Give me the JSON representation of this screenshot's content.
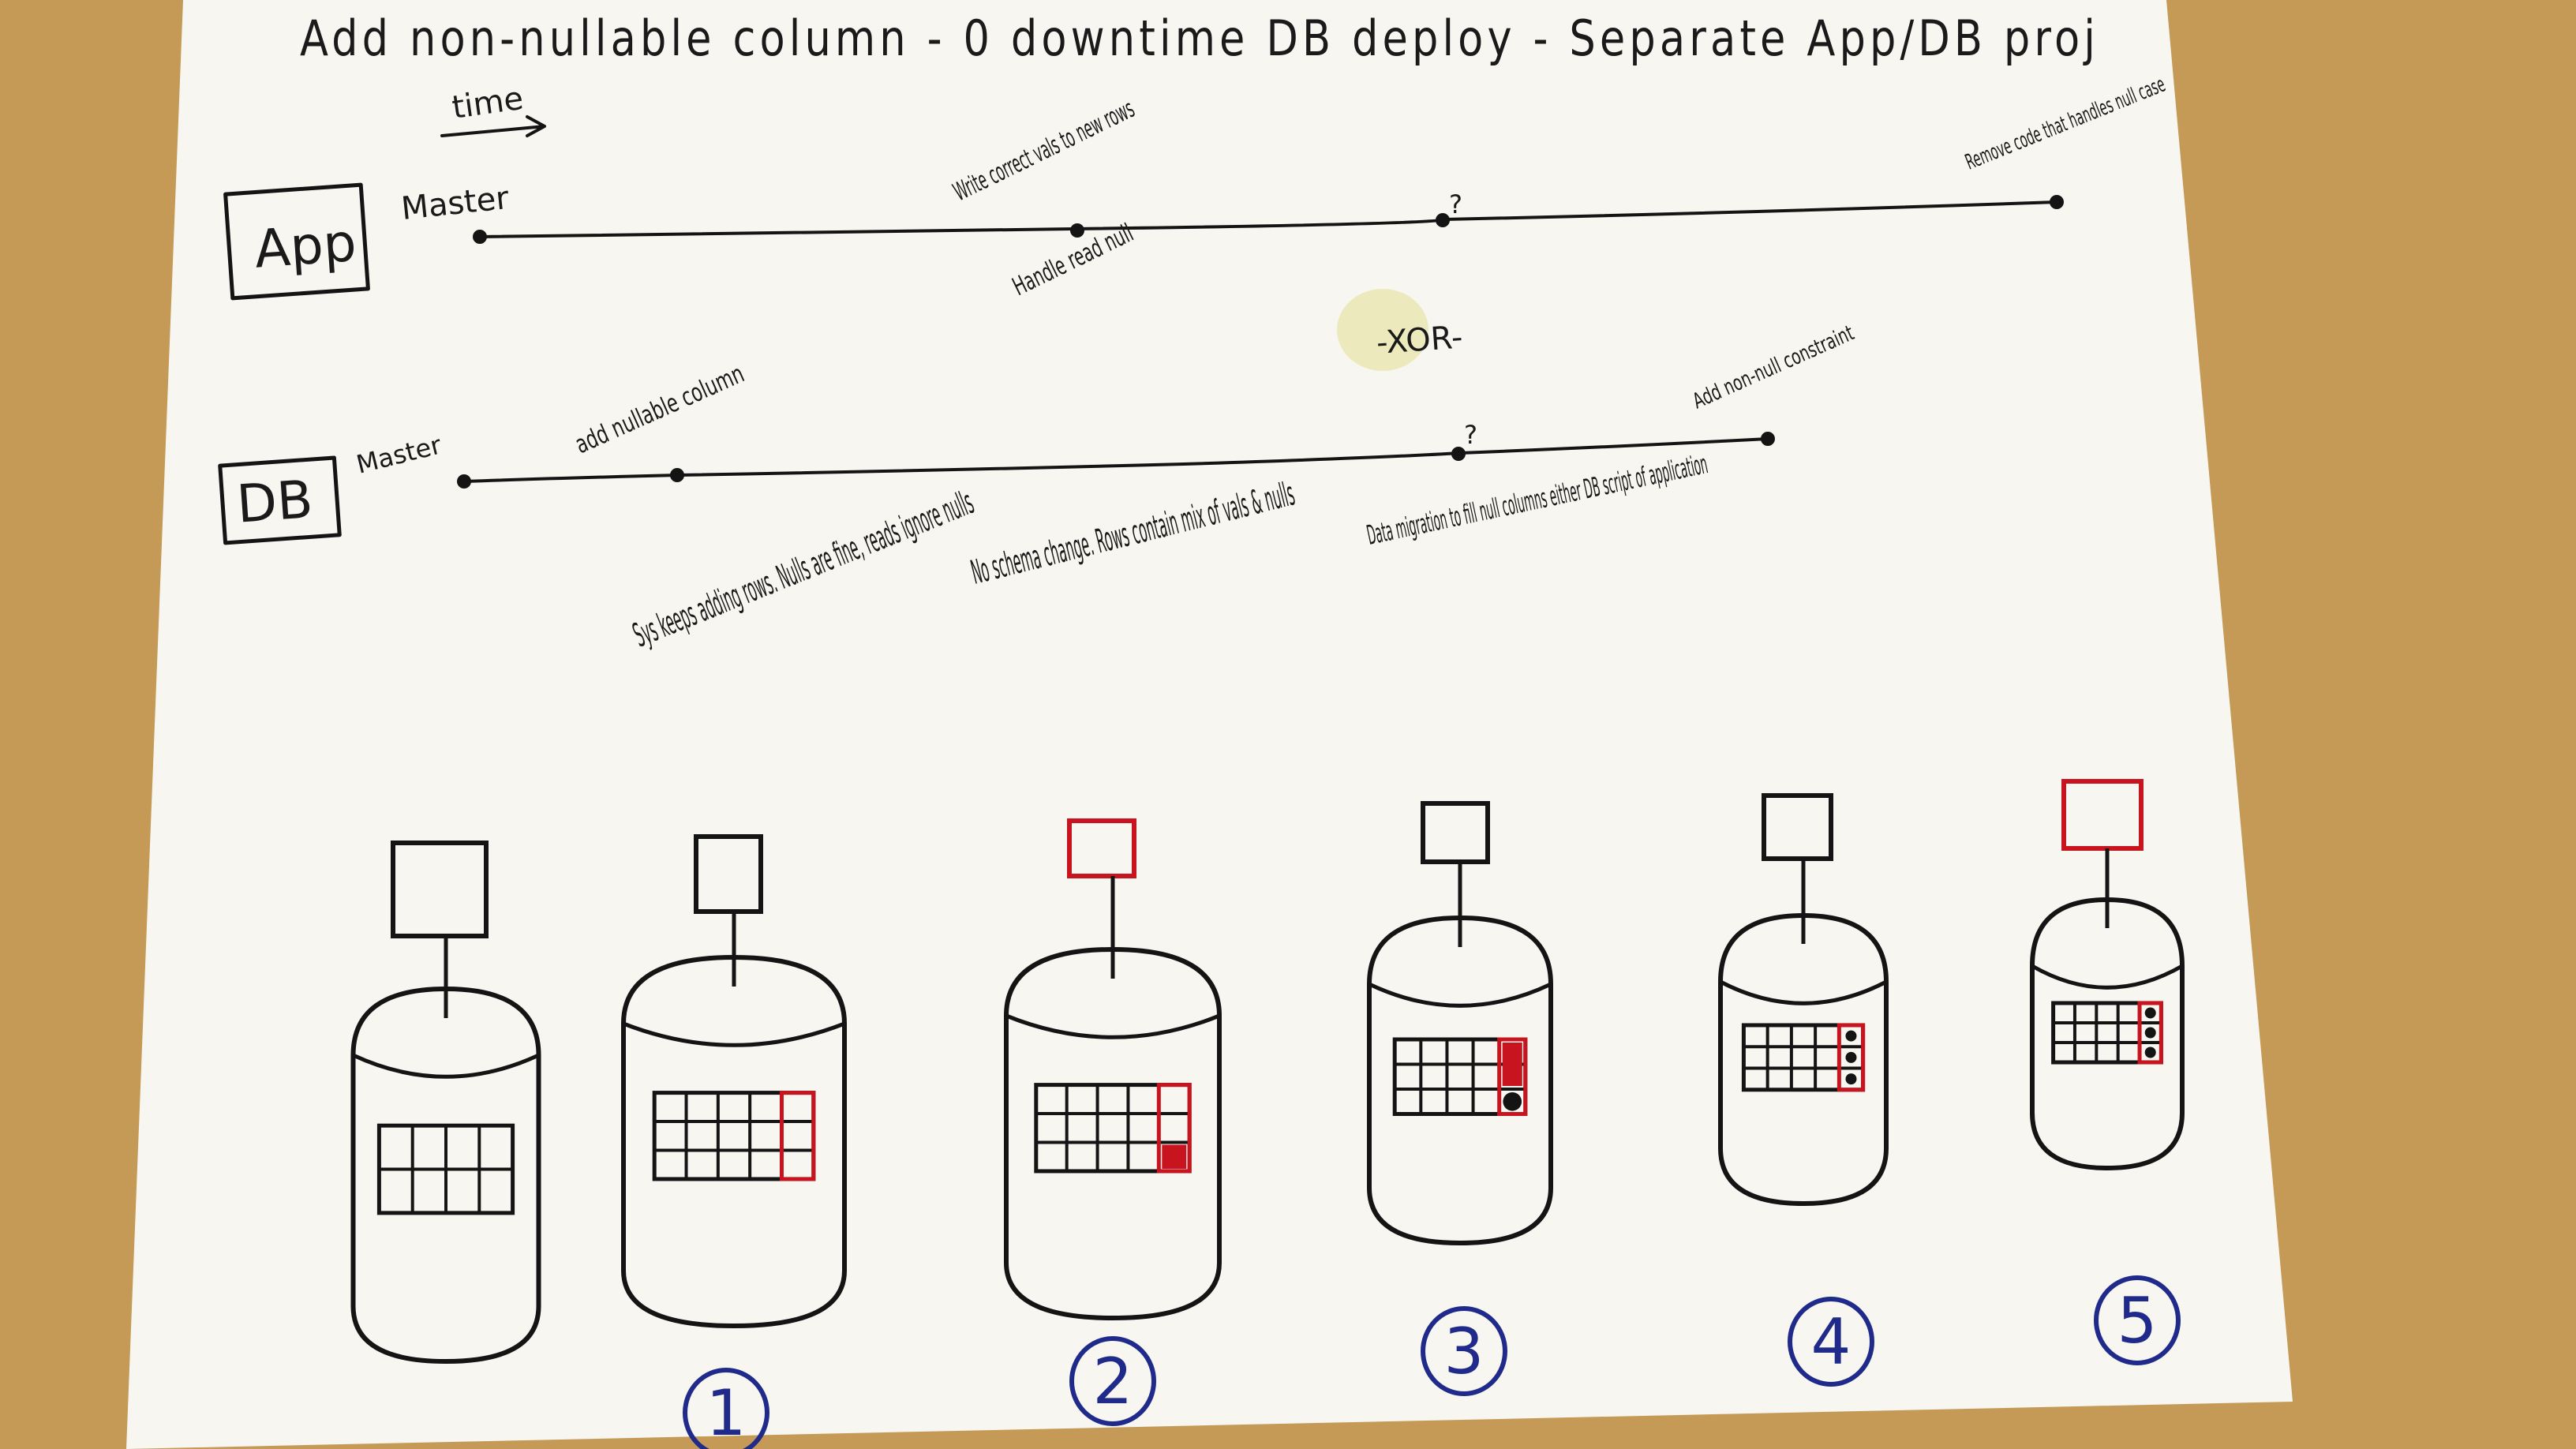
{
  "title": "Add non-nullable column - 0 downtime DB deploy - Separate App/DB proj",
  "time_label": "time",
  "xor_label": "-XOR-",
  "lanes": {
    "app": {
      "label": "App",
      "events": [
        "Master",
        "Write correct vals to new rows",
        "Handle read null",
        "?",
        "Remove code that handles null case"
      ]
    },
    "db": {
      "label": "DB",
      "events": [
        "Master",
        "add nullable column",
        "?",
        "Add non-null constraint"
      ]
    }
  },
  "notes": [
    "Sys keeps adding rows. Nulls are fine, reads ignore nulls",
    "No schema change. Rows contain mix of vals & nulls",
    "Data migration to fill null columns either DB script of application"
  ],
  "stages": [
    {
      "number": "",
      "box_color": "#141414"
    },
    {
      "number": "1",
      "box_color": "#141414"
    },
    {
      "number": "2",
      "box_color": "#c8141e"
    },
    {
      "number": "3",
      "box_color": "#141414"
    },
    {
      "number": "4",
      "box_color": "#141414"
    },
    {
      "number": "5",
      "box_color": "#c8141e"
    }
  ],
  "colors": {
    "ink": "#141414",
    "red": "#c8141e",
    "blue": "#1f2a8a",
    "paper": "#f7f6f1",
    "table": "#c49a56"
  }
}
